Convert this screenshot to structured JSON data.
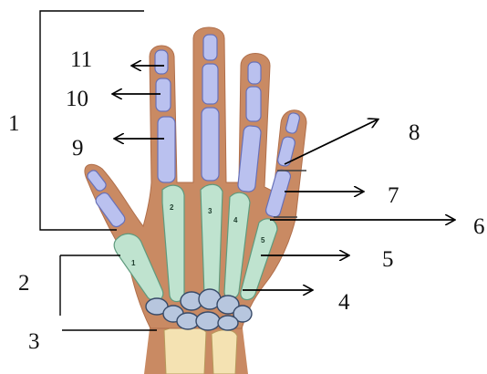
{
  "diagram": {
    "labels": {
      "l1": "1",
      "l2": "2",
      "l3": "3",
      "l4": "4",
      "l5": "5",
      "l6": "6",
      "l7": "7",
      "l8": "8",
      "l9": "9",
      "l10": "10",
      "l11": "11"
    },
    "metacarpal_numbers": [
      "1",
      "2",
      "3",
      "4",
      "5"
    ],
    "colors": {
      "skin": "#c98a63",
      "skin_shadow": "#b06f4b",
      "phalanx_bone": "#bac1ef",
      "phalanx_outline": "#6770b8",
      "metacarpal_bone": "#bfe3cf",
      "metacarpal_outline": "#5f9a7d",
      "carpal_bone": "#b7c6de",
      "carpal_outline": "#374a68",
      "forearm_bone": "#f4e2b2",
      "line": "#000000"
    }
  }
}
